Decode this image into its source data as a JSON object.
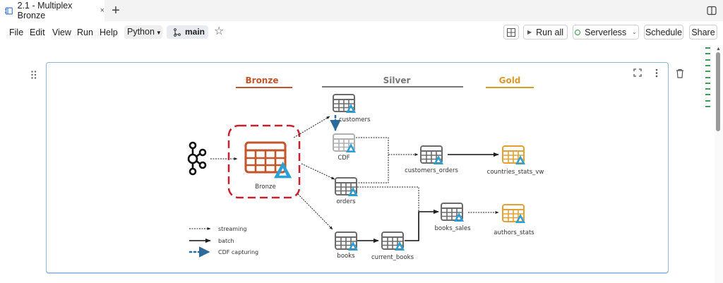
{
  "tab": {
    "title": "2.1 - Multiplex Bronze",
    "close_glyph": "×",
    "new_tab_glyph": "+",
    "icon": "notebook-icon"
  },
  "menu": {
    "items": [
      "File",
      "Edit",
      "View",
      "Run",
      "Help"
    ],
    "language": "Python",
    "branch": "main"
  },
  "toolbar": {
    "run_all": "Run all",
    "compute": "Serverless",
    "compute_status_color": "#2e9b3a",
    "schedule": "Schedule",
    "share": "Share"
  },
  "diagram": {
    "layers": {
      "bronze": {
        "label": "Bronze",
        "color": "#c0562a"
      },
      "silver": {
        "label": "Silver",
        "color": "#777777"
      },
      "gold": {
        "label": "Gold",
        "color": "#d89a2a"
      }
    },
    "nodes": {
      "bronze": "Bronze",
      "customers": "customers",
      "cdf": "CDF",
      "orders": "orders",
      "books": "books",
      "customers_orders": "customers_orders",
      "current_books": "current_books",
      "books_sales": "books_sales",
      "countries_stats_vw": "countries_stats_vw",
      "authors_stats": "authors_stats"
    },
    "legend": {
      "streaming": "streaming",
      "batch": "batch",
      "cdf": "CDF capturing"
    },
    "colors": {
      "bronze_border": "#c8202e",
      "delta": "#2aa0d6",
      "cdf_arrow": "#2d6a9a"
    }
  },
  "minimap_markers": 11
}
